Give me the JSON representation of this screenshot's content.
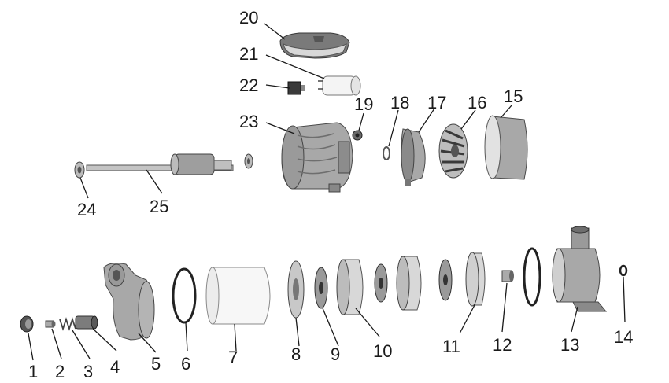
{
  "labels": {
    "1": "1",
    "2": "2",
    "3": "3",
    "4": "4",
    "5": "5",
    "6": "6",
    "7": "7",
    "8": "8",
    "9": "9",
    "10": "10",
    "11": "11",
    "12": "12",
    "13": "13",
    "14": "14",
    "15": "15",
    "16": "16",
    "17": "17",
    "18": "18",
    "19": "19",
    "20": "20",
    "21": "21",
    "22": "22",
    "23": "23",
    "24": "24",
    "25": "25"
  }
}
